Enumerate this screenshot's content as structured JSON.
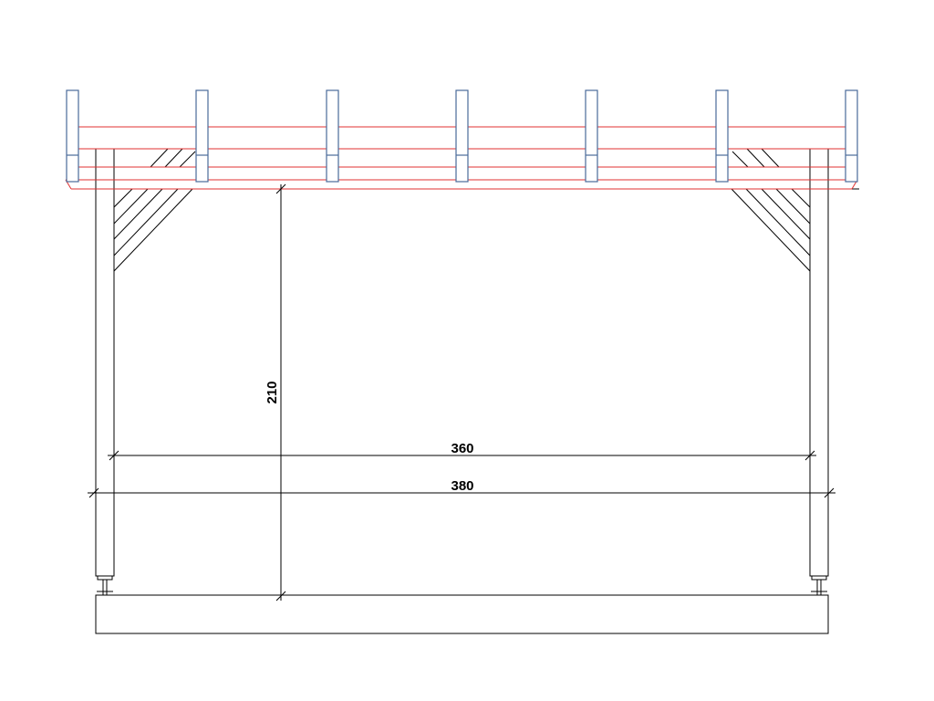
{
  "dimensions": {
    "height": "210",
    "inner_width": "360",
    "outer_width": "380"
  },
  "colors": {
    "outline": "#000000",
    "rafter_line": "#e03030",
    "purlin_edge": "#4a6a9a"
  }
}
